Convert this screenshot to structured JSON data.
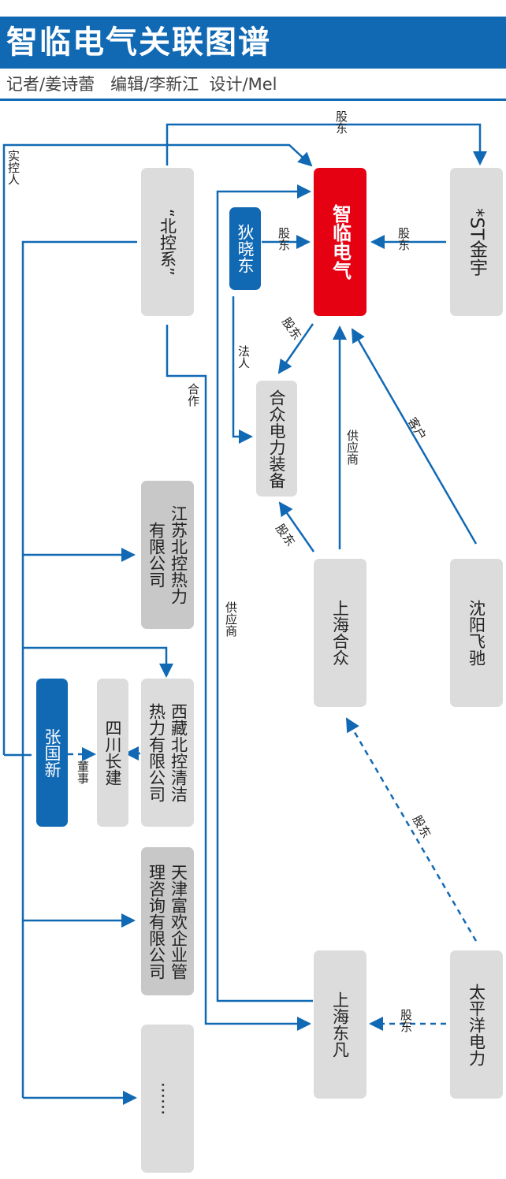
{
  "header": {
    "title": "智临电气关联图谱",
    "byline": "记者/姜诗蕾   编辑/李新江  设计/Mel"
  },
  "colors": {
    "brand_blue": "#1169b4",
    "focus_red": "#e50012",
    "node_gray": "#dcdcdc",
    "node_dark_gray": "#c8c8c8",
    "edge_blue": "#1169b4"
  },
  "nodes": {
    "beikong": "“北控系”",
    "dixiaodong": "狄晓东",
    "zhilin": "智临电气",
    "stjinyu": "*ST金宇",
    "hezhong_equip": "合众电力装备",
    "jiangsu": "江苏北控热力\n有限公司",
    "xizang": "西藏北控清洁\n热力有限公司",
    "sichuan": "四川长建",
    "zhangguoxin": "张国新",
    "tianjin": "天津富欢企业管\n理咨询有限公司",
    "more": "……",
    "shanghai_hezhong": "上海合众",
    "shenyang": "沈阳飞驰",
    "shanghai_dongfan": "上海东凡",
    "pacific": "太平洋电力"
  },
  "edges": {
    "beikong_to_stjinyu": "股东",
    "shikongren": "实控人",
    "dixiaodong_to_zhilin": "股东",
    "stjinyu_to_zhilin": "股东",
    "zhilin_to_hezhong_equip": "股东",
    "dixiaodong_faren": "法人",
    "beikong_hezuo": "合作",
    "shhezhong_supplier": "供应商",
    "shenyang_customer": "客户",
    "shhezhong_to_equip": "股东",
    "dongfan_supplier": "供应商",
    "zhangguoxin_director": "董事",
    "pacific_to_shhezhong": "股东",
    "pacific_to_dongfan": "股东"
  }
}
